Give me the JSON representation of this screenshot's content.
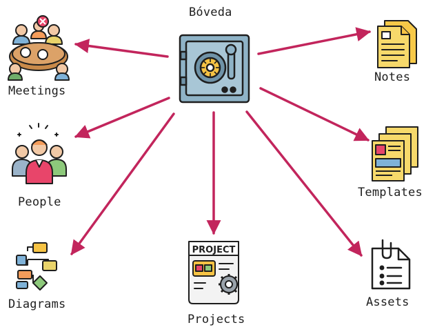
{
  "center": {
    "label": "Bóveda",
    "icon": "vault-safe-icon"
  },
  "nodes": [
    {
      "id": "meetings",
      "label": "Meetings",
      "icon": "meeting-table-icon"
    },
    {
      "id": "people",
      "label": "People",
      "icon": "people-group-icon"
    },
    {
      "id": "diagrams",
      "label": "Diagrams",
      "icon": "flowchart-icon"
    },
    {
      "id": "projects",
      "label": "Projects",
      "icon": "project-document-gear-icon"
    },
    {
      "id": "assets",
      "label": "Assets",
      "icon": "clipboard-list-icon"
    },
    {
      "id": "templates",
      "label": "Templates",
      "icon": "template-pages-icon"
    },
    {
      "id": "notes",
      "label": "Notes",
      "icon": "notes-document-icon"
    }
  ],
  "project_sign_text": "PROJECT",
  "colors": {
    "arrow": "#c2255c",
    "outline": "#1e1e1e",
    "safe": "#8fb3c7",
    "safe_dark": "#6f93a8",
    "dial": "#f6c344",
    "paper": "#f7d96b"
  }
}
